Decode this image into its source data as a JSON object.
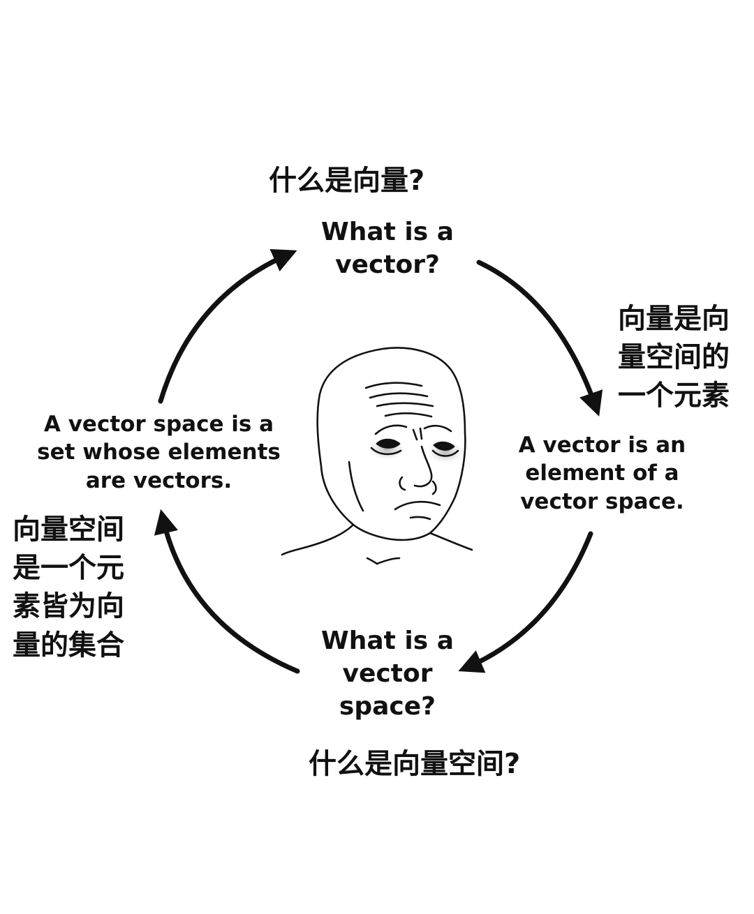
{
  "cycle": {
    "top_en": "What is a\nvector?",
    "top_zh": "什么是向量?",
    "right_en": "A vector is an\nelement of a\nvector space.",
    "right_zh": "向量是向\n量空间的\n一个元素",
    "bottom_en": "What is a\nvector\nspace?",
    "bottom_zh": "什么是向量空间?",
    "left_en": "A vector space is a\nset whose elements\nare vectors.",
    "left_zh": "向量空间\n是一个元\n素皆为向\n量的集合"
  },
  "center_image": {
    "icon": "worried-wojak-face-icon"
  },
  "colors": {
    "ink": "#111111",
    "background": "#ffffff",
    "eye_shadow": "#b8b8b8"
  }
}
